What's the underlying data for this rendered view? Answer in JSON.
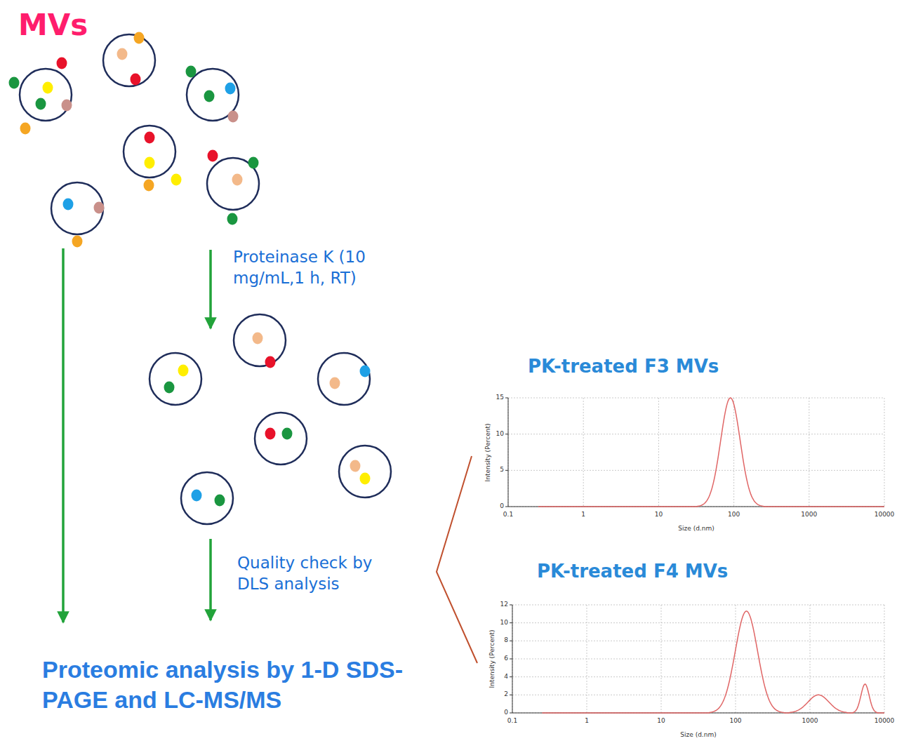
{
  "diagram": {
    "nodes": [
      {
        "text": [
          "MVs"
        ]
      },
      {
        "text": [
          "Proteomic analysis by 1-D SDS-PAGE and LC-MS/MS"
        ]
      },
      {
        "text": [
          "PK-treated F3 MVs"
        ]
      },
      {
        "text": [
          "PK-treated F4 MVs"
        ]
      }
    ],
    "edges": [
      {
        "from": 0,
        "to": 1,
        "arrow": "to"
      }
    ],
    "labels": [
      "Proteinase K (10 mg/mL,1 h, RT)",
      "Quality check by DLS analysis",
      "15",
      "10",
      "5",
      "0",
      "0.1",
      "1",
      "10",
      "100",
      "1000",
      "10000",
      "Intensity (Percent)",
      "Size (d.nm)",
      "12",
      "10",
      "8",
      "6",
      "4",
      "2",
      "0",
      "0.1",
      "1",
      "10",
      "100",
      "1000",
      "10000",
      "Intensity (Percent)",
      "Size (d.nm)"
    ]
  }
}
